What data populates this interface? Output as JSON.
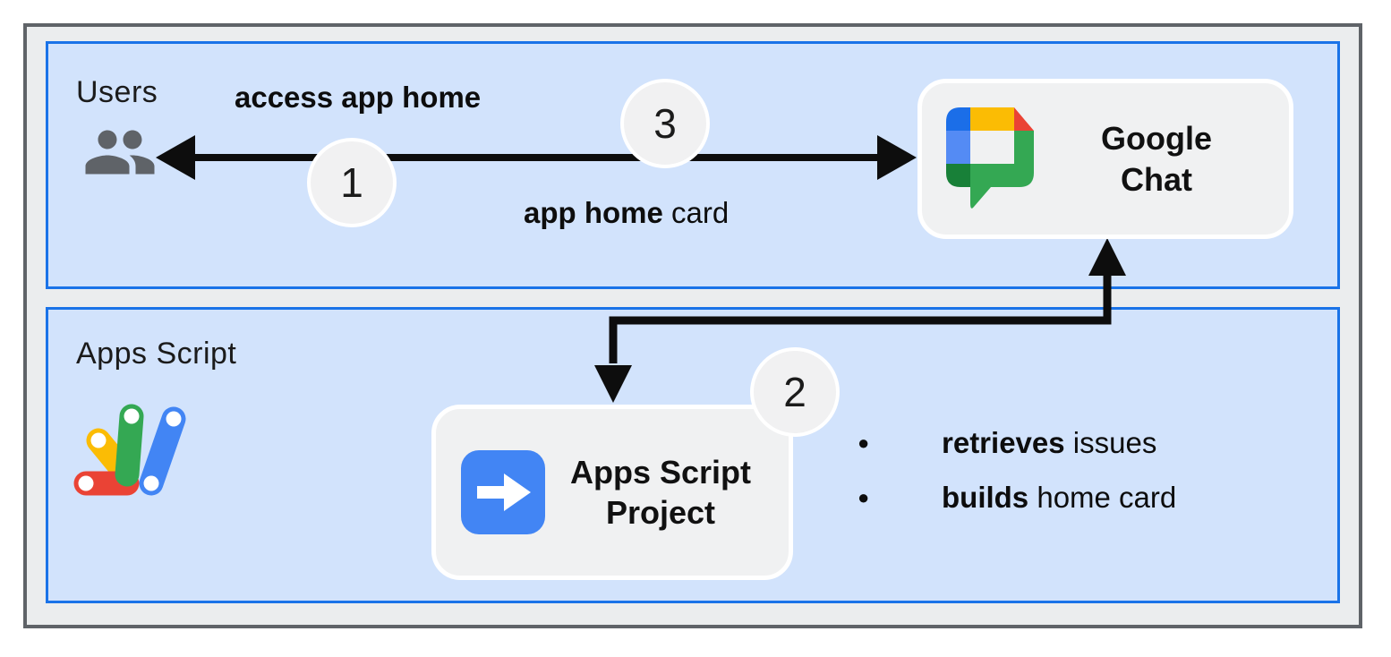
{
  "diagram": {
    "panels": {
      "users": {
        "label": "Users"
      },
      "apps_script": {
        "label": "Apps Script"
      }
    },
    "nodes": {
      "google_chat": {
        "line1": "Google",
        "line2": "Chat"
      },
      "apps_script_project": {
        "line1": "Apps Script",
        "line2": "Project"
      }
    },
    "steps": {
      "s1": "1",
      "s2": "2",
      "s3": "3"
    },
    "arrow_labels": {
      "access_bold": "access app home",
      "apphome_bold": "app home",
      "apphome_rest": " card"
    },
    "bullets": {
      "dot": "●",
      "b1_bold": "retrieves",
      "b1_rest": " issues",
      "b2_bold": "builds",
      "b2_rest": " home card"
    },
    "colors": {
      "panel_fill": "#d2e3fc",
      "panel_border": "#1a73e8",
      "frame_fill": "#ebedee",
      "frame_border": "#5f6368",
      "node_fill": "#f0f1f2",
      "node_ring": "#ffffff",
      "step_circle_fill": "#f1f1f2",
      "arrow_black": "#0d0d0d",
      "users_icon_gray": "#5f6368",
      "google_blue": "#4285f4",
      "google_red": "#ea4335",
      "google_yellow": "#fbbc04",
      "google_green": "#34a853",
      "chat_logo_dark_blue": "#1b6ee8",
      "chat_logo_light_blue": "#548bf4",
      "chat_logo_dark_green": "#188038"
    }
  }
}
